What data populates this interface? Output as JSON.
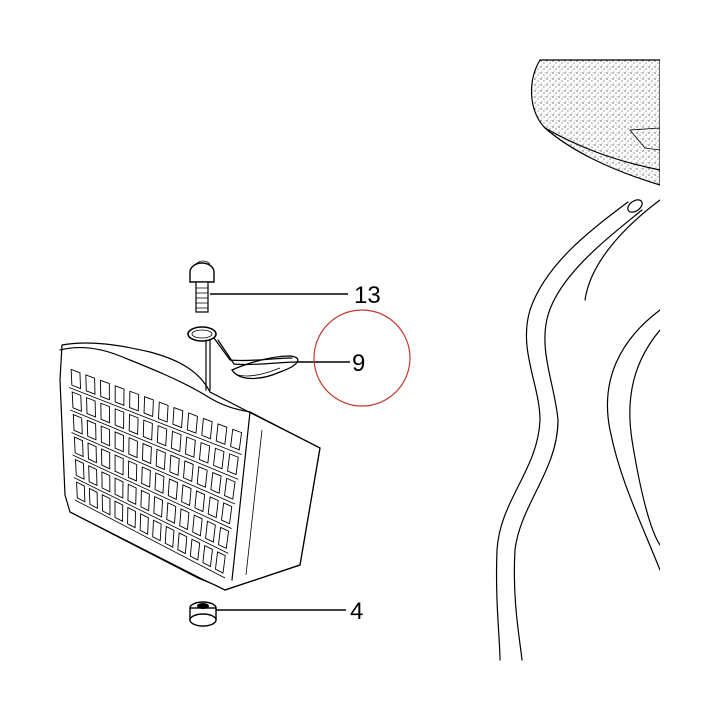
{
  "callouts": [
    {
      "id": "13",
      "label": "13"
    },
    {
      "id": "9",
      "label": "9"
    },
    {
      "id": "4",
      "label": "4"
    }
  ],
  "highlight_color": "#c0392b",
  "line_color": "#000000"
}
